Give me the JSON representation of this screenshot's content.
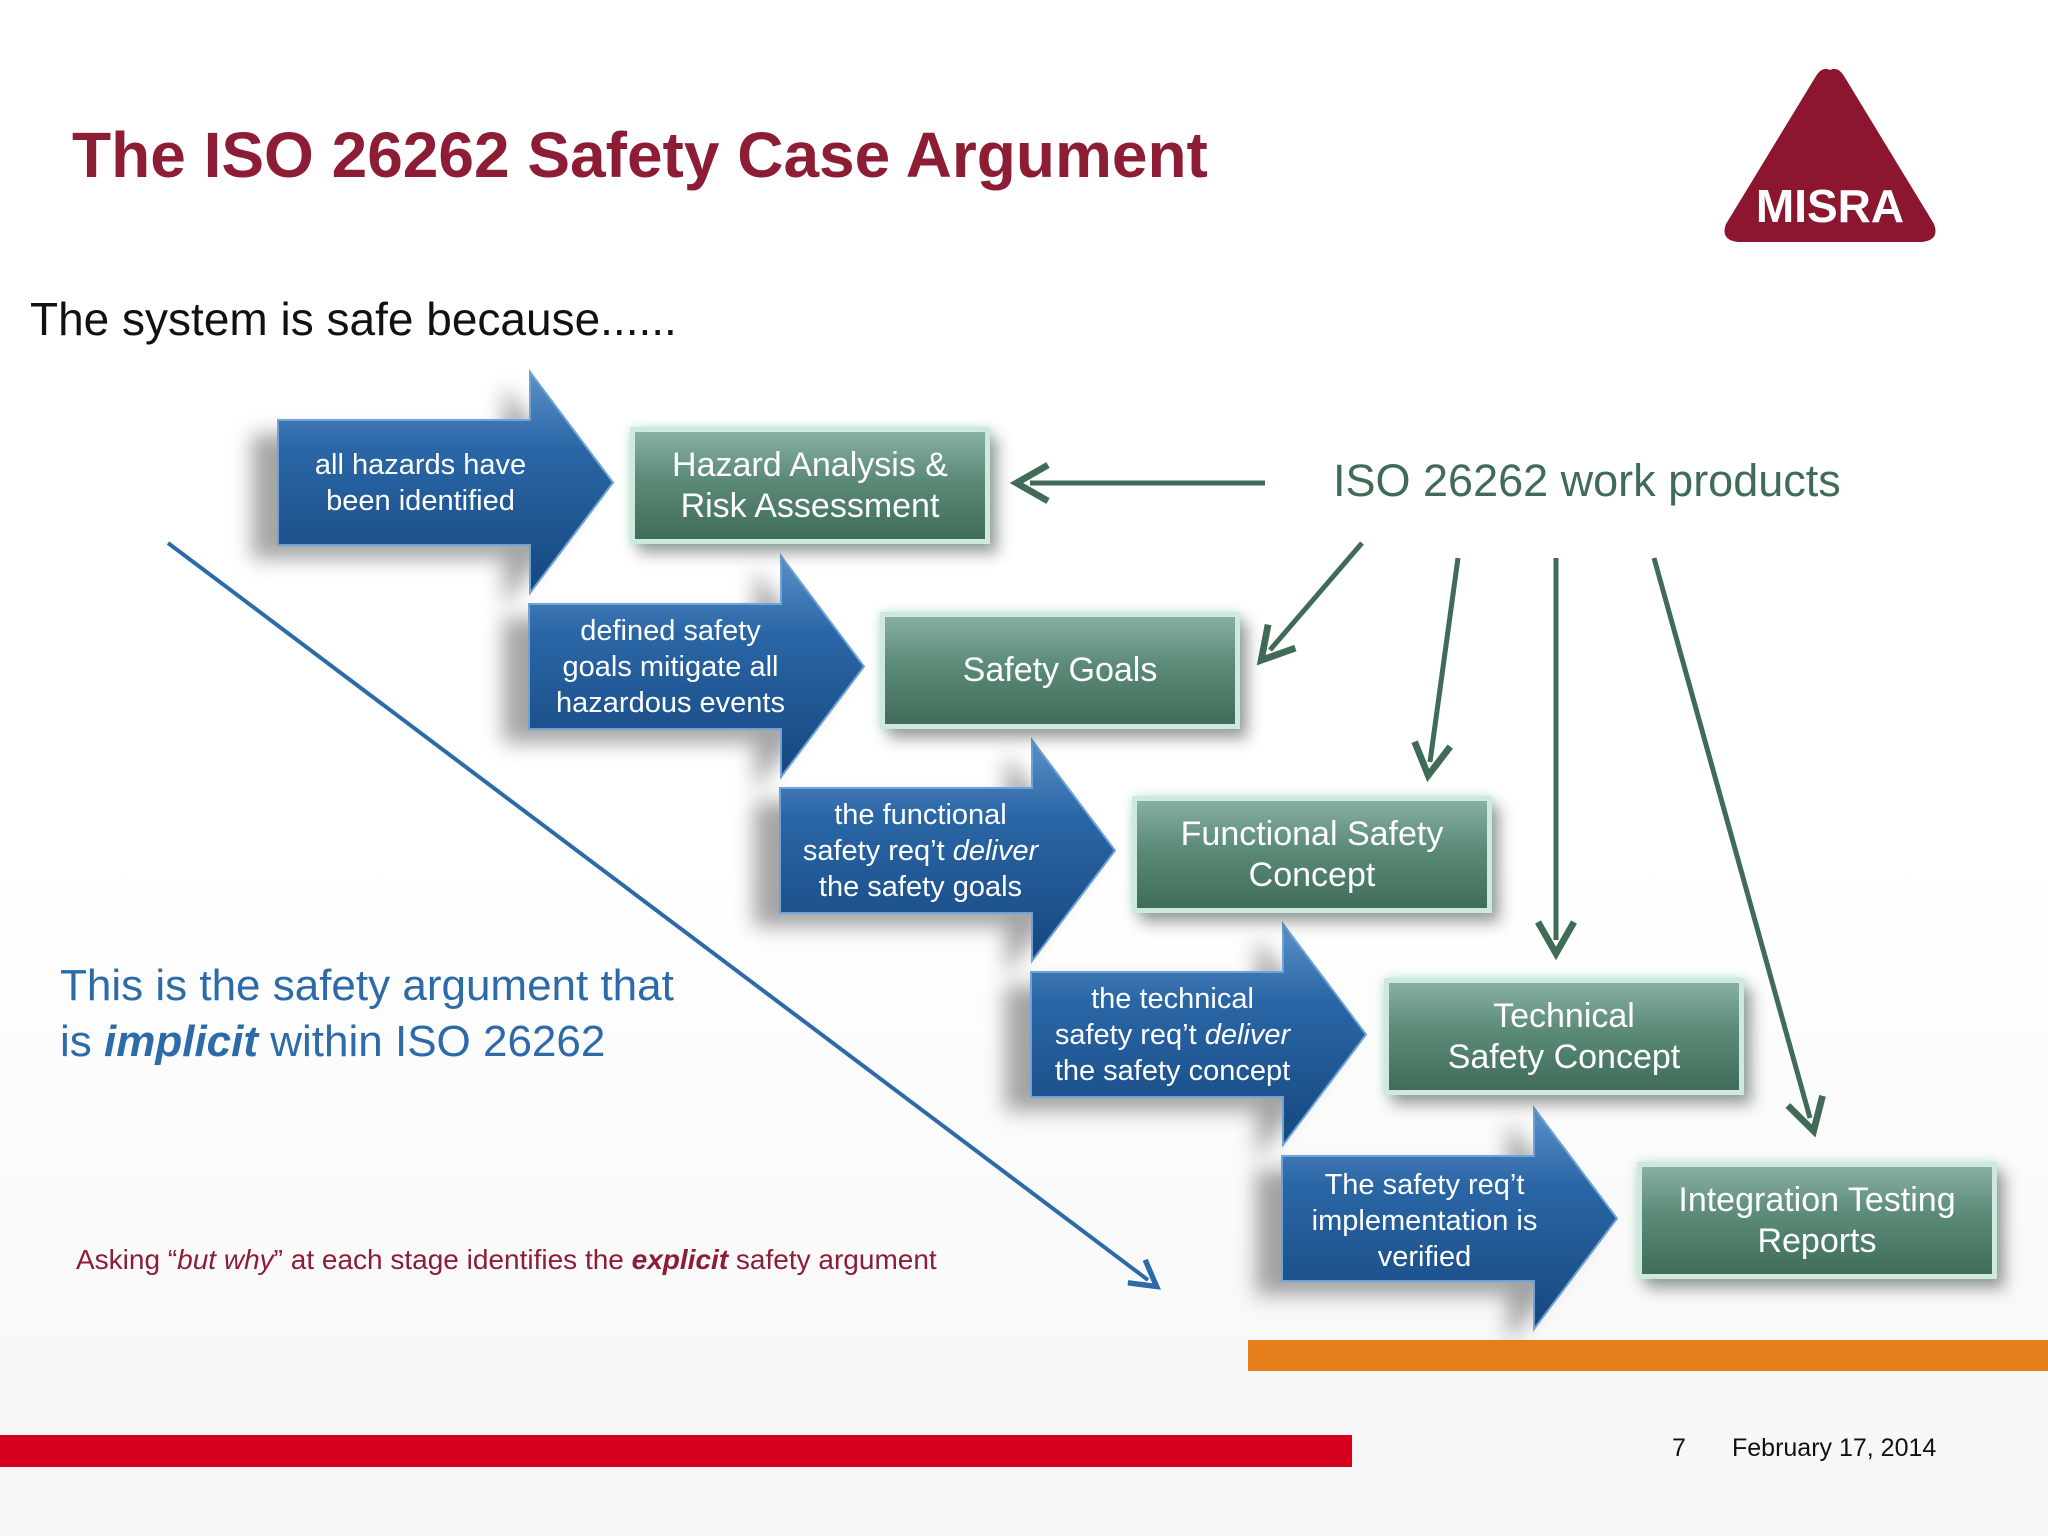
{
  "slide": {
    "title": "The ISO 26262 Safety Case Argument",
    "subtitle": "The system is safe because......",
    "logo_text": "MISRA",
    "work_products_label": "ISO 26262 work products",
    "steps": [
      {
        "arrow_lines": [
          "all hazards have",
          "been identified"
        ],
        "work_product_lines": [
          "Hazard Analysis &",
          "Risk Assessment"
        ]
      },
      {
        "arrow_lines": [
          "defined safety",
          "goals mitigate all",
          "hazardous events"
        ],
        "work_product_lines": [
          "Safety Goals"
        ]
      },
      {
        "arrow_lines": [
          "the functional",
          "safety req’t",
          "deliver",
          "the safety goals"
        ],
        "work_product_lines": [
          "Functional Safety",
          "Concept"
        ]
      },
      {
        "arrow_lines": [
          "the technical",
          "safety req’t",
          "deliver",
          "the safety concept"
        ],
        "work_product_lines": [
          "Technical",
          "Safety Concept"
        ]
      },
      {
        "arrow_lines": [
          "The safety req’t",
          "implementation is",
          "verified"
        ],
        "work_product_lines": [
          "Integration Testing",
          "Reports"
        ]
      }
    ],
    "implicit_note": {
      "line1": "This is the safety argument that",
      "prefix": "is ",
      "emphasis": "implicit",
      "suffix": " within ISO 26262"
    },
    "asking_note": {
      "part1": "Asking  “",
      "quote": "but  why",
      "part2": "”  at  each  stage  identifies  the  ",
      "emphasis": "explicit",
      "part3": "  safety argument"
    },
    "footer": {
      "page_number": "7",
      "date": "February 17, 2014"
    },
    "colors": {
      "title": "#8c1d35",
      "logo": "#8c1530",
      "arrow_blue": "#1f5a99",
      "box_green": "#4f7f6b",
      "implicit_blue": "#2c6ba8",
      "orange_bar": "#e67e1b",
      "red_bar": "#d6001c"
    }
  }
}
